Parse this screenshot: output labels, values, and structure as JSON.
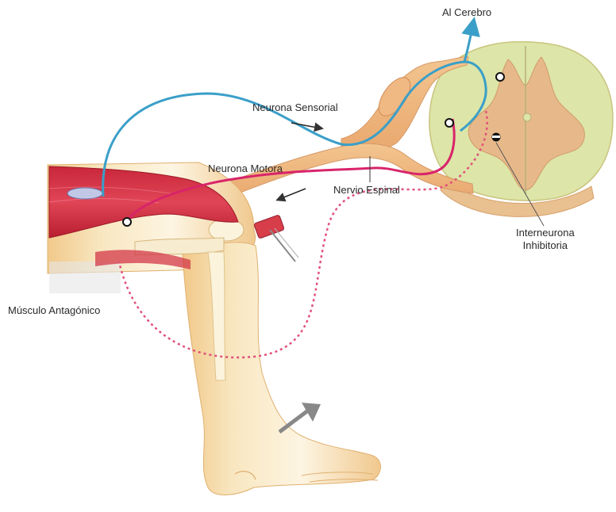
{
  "labels": {
    "al_cerebro": "Al Cerebro",
    "neurona_sensorial": "Neurona Sensorial",
    "neurona_motora": "Neurona Motora",
    "nervio_espinal": "Nervio Espinal",
    "interneurona_line1": "Interneurona",
    "interneurona_line2": "Inhibitoria",
    "musculo_antagonico": "Músculo Antagónico"
  },
  "colors": {
    "sensory_neuron": "#3a9fc8",
    "motor_neuron": "#d8246a",
    "inhibitory_path": "#e0507a",
    "muscle": "#d63a4a",
    "bone_skin": "#f4d7a0",
    "gray_matter": "#e7b98a",
    "white_matter": "#dfe7b0",
    "arrow": "#555555"
  }
}
